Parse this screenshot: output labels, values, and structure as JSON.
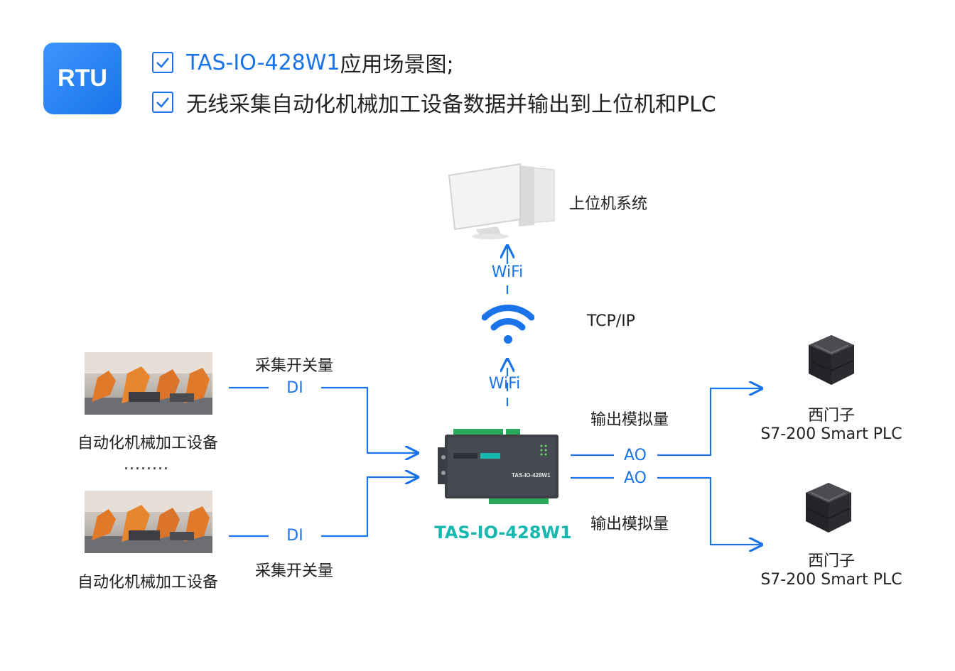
{
  "badge": "RTU",
  "header": {
    "line1_model": "TAS-IO-428W1",
    "line1_text": " 应用场景图;",
    "line2_text": "无线采集自动化机械加工设备数据并输出到上位机和PLC"
  },
  "host": {
    "label": "上位机系统"
  },
  "wifi": {
    "top_label": "WiFi",
    "bottom_label": "WiFi",
    "protocol": "TCP/IP"
  },
  "inputs": [
    {
      "name": "自动化机械加工设备",
      "signal": "DI",
      "desc": "采集开关量"
    },
    {
      "name": "自动化机械加工设备",
      "signal": "DI",
      "desc": "采集开关量"
    }
  ],
  "ellipsis": "........",
  "device": {
    "name": "TAS-IO-428W1",
    "panel_model": "TAS-IO-428W1"
  },
  "outputs": [
    {
      "signal": "AO",
      "desc": "输出模拟量",
      "plc_brand": "西门子",
      "plc_model": "S7-200 Smart PLC"
    },
    {
      "signal": "AO",
      "desc": "输出模拟量",
      "plc_brand": "西门子",
      "plc_model": "S7-200 Smart PLC"
    }
  ],
  "colors": {
    "accent": "#1a73e8",
    "device_title": "#17b8b0",
    "robot": "#e07a2a"
  }
}
